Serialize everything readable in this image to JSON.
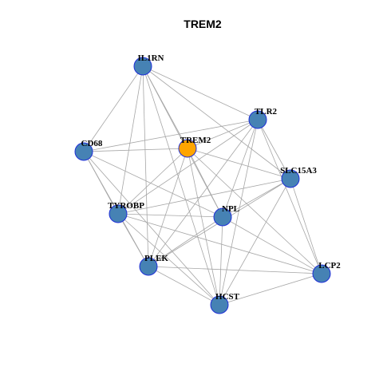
{
  "title": "TREM2",
  "colors": {
    "node_fill": "#4682b4",
    "highlight_fill": "#ffa500",
    "node_stroke": "#1f2fd8",
    "edge": "#a6a6a6"
  },
  "nodes": [
    {
      "id": "IL1RN",
      "label": "IL1RN",
      "highlight": false
    },
    {
      "id": "TLR2",
      "label": "TLR2",
      "highlight": false
    },
    {
      "id": "TREM2",
      "label": "TREM2",
      "highlight": true
    },
    {
      "id": "CD68",
      "label": "CD68",
      "highlight": false
    },
    {
      "id": "SLC15A3",
      "label": "SLC15A3",
      "highlight": false
    },
    {
      "id": "TYROBP",
      "label": "TYROBP",
      "highlight": false
    },
    {
      "id": "NPL",
      "label": "NPL",
      "highlight": false
    },
    {
      "id": "PLEK",
      "label": "PLEK",
      "highlight": false
    },
    {
      "id": "LCP2",
      "label": "LCP2",
      "highlight": false
    },
    {
      "id": "HCST",
      "label": "HCST",
      "highlight": false
    }
  ],
  "edges": [
    [
      "IL1RN",
      "TLR2"
    ],
    [
      "IL1RN",
      "TREM2"
    ],
    [
      "IL1RN",
      "CD68"
    ],
    [
      "IL1RN",
      "SLC15A3"
    ],
    [
      "IL1RN",
      "TYROBP"
    ],
    [
      "IL1RN",
      "NPL"
    ],
    [
      "IL1RN",
      "PLEK"
    ],
    [
      "IL1RN",
      "HCST"
    ],
    [
      "TLR2",
      "CD68"
    ],
    [
      "TLR2",
      "TREM2"
    ],
    [
      "TLR2",
      "SLC15A3"
    ],
    [
      "TLR2",
      "TYROBP"
    ],
    [
      "TLR2",
      "NPL"
    ],
    [
      "TLR2",
      "PLEK"
    ],
    [
      "TLR2",
      "LCP2"
    ],
    [
      "TLR2",
      "HCST"
    ],
    [
      "TREM2",
      "CD68"
    ],
    [
      "TREM2",
      "SLC15A3"
    ],
    [
      "TREM2",
      "TYROBP"
    ],
    [
      "TREM2",
      "NPL"
    ],
    [
      "TREM2",
      "PLEK"
    ],
    [
      "TREM2",
      "LCP2"
    ],
    [
      "TREM2",
      "HCST"
    ],
    [
      "CD68",
      "TYROBP"
    ],
    [
      "CD68",
      "NPL"
    ],
    [
      "CD68",
      "PLEK"
    ],
    [
      "CD68",
      "HCST"
    ],
    [
      "SLC15A3",
      "TYROBP"
    ],
    [
      "SLC15A3",
      "NPL"
    ],
    [
      "SLC15A3",
      "PLEK"
    ],
    [
      "SLC15A3",
      "LCP2"
    ],
    [
      "SLC15A3",
      "HCST"
    ],
    [
      "TYROBP",
      "NPL"
    ],
    [
      "TYROBP",
      "PLEK"
    ],
    [
      "TYROBP",
      "LCP2"
    ],
    [
      "TYROBP",
      "HCST"
    ],
    [
      "NPL",
      "PLEK"
    ],
    [
      "NPL",
      "HCST"
    ],
    [
      "NPL",
      "LCP2"
    ],
    [
      "PLEK",
      "HCST"
    ],
    [
      "PLEK",
      "LCP2"
    ],
    [
      "LCP2",
      "HCST"
    ]
  ]
}
